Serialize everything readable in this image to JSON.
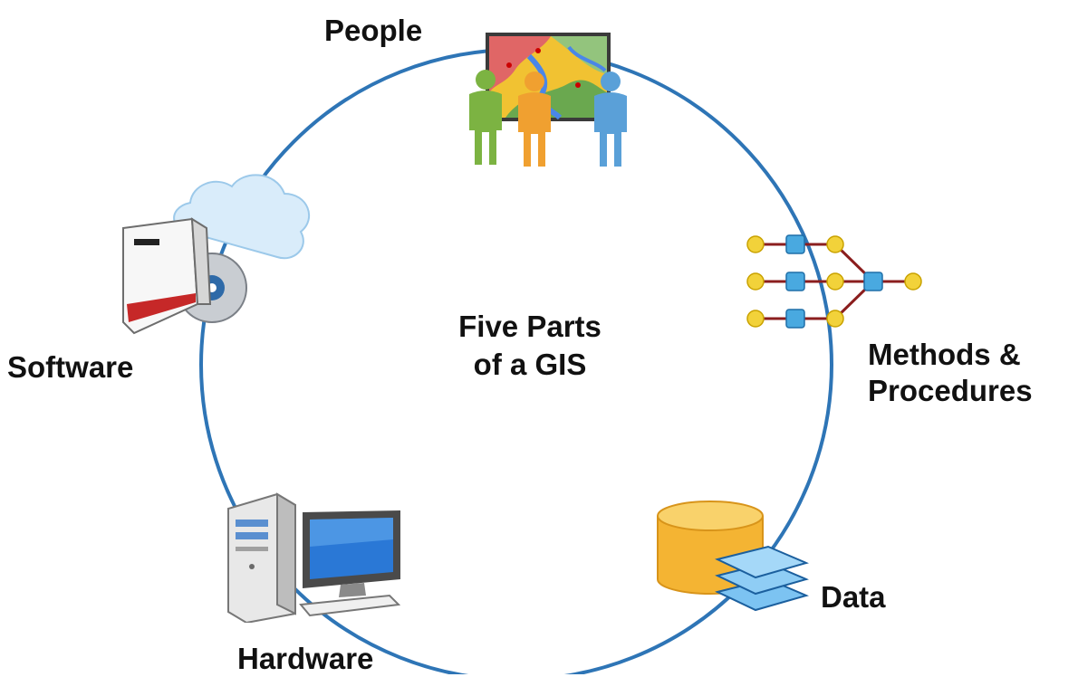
{
  "diagram": {
    "center_title_line1": "Five Parts",
    "center_title_line2": "of a GIS",
    "components": {
      "people": {
        "label": "People",
        "icon": "people-map-icon"
      },
      "methods": {
        "label_line1": "Methods &",
        "label_line2": "Procedures",
        "icon": "workflow-icon"
      },
      "data": {
        "label": "Data",
        "icon": "database-icon"
      },
      "hardware": {
        "label": "Hardware",
        "icon": "computer-icon"
      },
      "software": {
        "label": "Software",
        "icon": "software-box-icon"
      }
    },
    "colors": {
      "ring": "#2e75b6",
      "text": "#111111",
      "people_green": "#7cb342",
      "people_orange": "#f0a030",
      "people_blue": "#5aa0d8",
      "workflow_node_yellow": "#f2d23a",
      "workflow_node_blue": "#49a9e0",
      "workflow_link": "#8b1e1e",
      "database_gold": "#f4b433",
      "monitor_blue": "#2a78d6"
    }
  }
}
